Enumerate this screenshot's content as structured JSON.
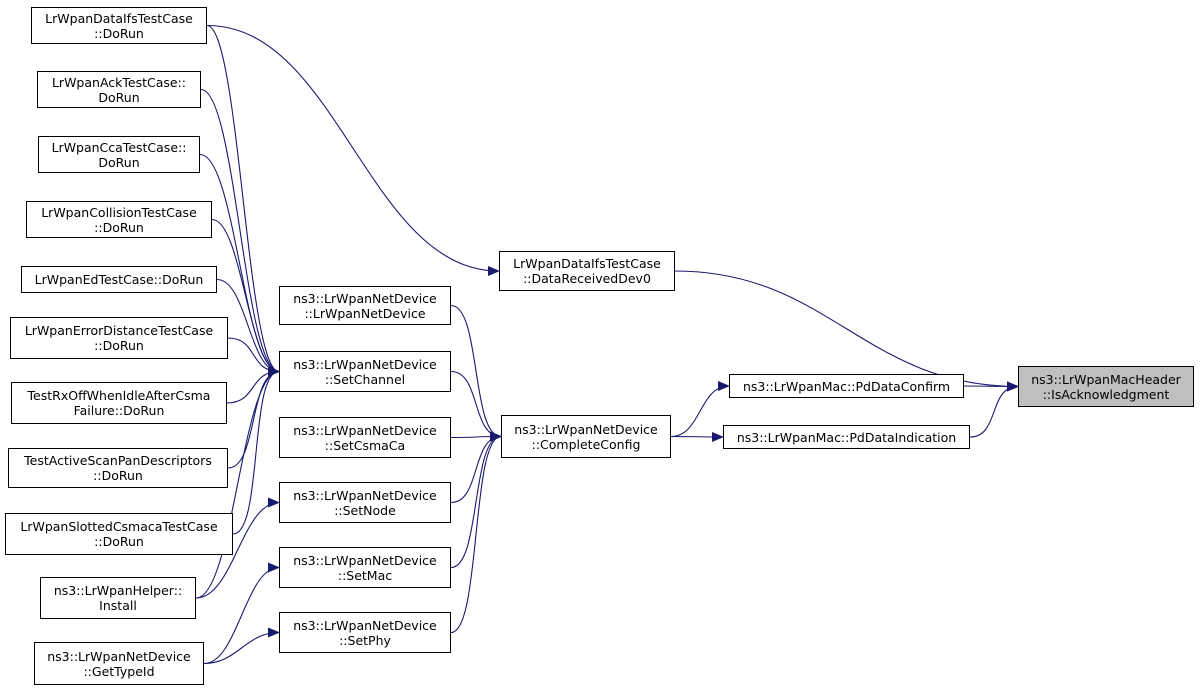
{
  "colors": {
    "edge": "#191970",
    "node_border": "#000000",
    "root_fill": "#bfbfbf",
    "node_fill": "#ffffff"
  },
  "nodes": {
    "ifs_dorun": {
      "l1": "LrWpanDataIfsTestCase",
      "l2": "::DoRun"
    },
    "ack_dorun": {
      "l1": "LrWpanAckTestCase::",
      "l2": "DoRun"
    },
    "cca_dorun": {
      "l1": "LrWpanCcaTestCase::",
      "l2": "DoRun"
    },
    "collision_dorun": {
      "l1": "LrWpanCollisionTestCase",
      "l2": "::DoRun"
    },
    "ed_dorun": {
      "l1": "LrWpanEdTestCase::DoRun"
    },
    "errdist_dorun": {
      "l1": "LrWpanErrorDistanceTestCase",
      "l2": "::DoRun"
    },
    "rxoff_dorun": {
      "l1": "TestRxOffWhenIdleAfterCsma",
      "l2": "Failure::DoRun"
    },
    "activescan_dorun": {
      "l1": "TestActiveScanPanDescriptors",
      "l2": "::DoRun"
    },
    "slotted_dorun": {
      "l1": "LrWpanSlottedCsmacaTestCase",
      "l2": "::DoRun"
    },
    "helper_install": {
      "l1": "ns3::LrWpanHelper::",
      "l2": "Install"
    },
    "netdev_gettypeid": {
      "l1": "ns3::LrWpanNetDevice",
      "l2": "::GetTypeId"
    },
    "netdev_ctor": {
      "l1": "ns3::LrWpanNetDevice",
      "l2": "::LrWpanNetDevice"
    },
    "netdev_setchannel": {
      "l1": "ns3::LrWpanNetDevice",
      "l2": "::SetChannel"
    },
    "netdev_setcsmaca": {
      "l1": "ns3::LrWpanNetDevice",
      "l2": "::SetCsmaCa"
    },
    "netdev_setnode": {
      "l1": "ns3::LrWpanNetDevice",
      "l2": "::SetNode"
    },
    "netdev_setmac": {
      "l1": "ns3::LrWpanNetDevice",
      "l2": "::SetMac"
    },
    "netdev_setphy": {
      "l1": "ns3::LrWpanNetDevice",
      "l2": "::SetPhy"
    },
    "ifs_datareceived": {
      "l1": "LrWpanDataIfsTestCase",
      "l2": "::DataReceivedDev0"
    },
    "netdev_completeconfig": {
      "l1": "ns3::LrWpanNetDevice",
      "l2": "::CompleteConfig"
    },
    "mac_pddataconfirm": {
      "l1": "ns3::LrWpanMac::PdDataConfirm"
    },
    "mac_pddataindication": {
      "l1": "ns3::LrWpanMac::PdDataIndication"
    },
    "root": {
      "l1": "ns3::LrWpanMacHeader",
      "l2": "::IsAcknowledgment"
    }
  },
  "edges": [
    {
      "from": "ifs_dorun",
      "to": "ifs_datareceived"
    },
    {
      "from": "ifs_dorun",
      "to": "netdev_setchannel"
    },
    {
      "from": "ack_dorun",
      "to": "netdev_setchannel"
    },
    {
      "from": "cca_dorun",
      "to": "netdev_setchannel"
    },
    {
      "from": "collision_dorun",
      "to": "netdev_setchannel"
    },
    {
      "from": "ed_dorun",
      "to": "netdev_setchannel"
    },
    {
      "from": "errdist_dorun",
      "to": "netdev_setchannel"
    },
    {
      "from": "rxoff_dorun",
      "to": "netdev_setchannel"
    },
    {
      "from": "activescan_dorun",
      "to": "netdev_setchannel"
    },
    {
      "from": "slotted_dorun",
      "to": "netdev_setchannel"
    },
    {
      "from": "helper_install",
      "to": "netdev_setchannel"
    },
    {
      "from": "helper_install",
      "to": "netdev_setnode"
    },
    {
      "from": "netdev_gettypeid",
      "to": "netdev_setmac"
    },
    {
      "from": "netdev_gettypeid",
      "to": "netdev_setphy"
    },
    {
      "from": "netdev_ctor",
      "to": "netdev_completeconfig"
    },
    {
      "from": "netdev_setchannel",
      "to": "netdev_completeconfig"
    },
    {
      "from": "netdev_setcsmaca",
      "to": "netdev_completeconfig"
    },
    {
      "from": "netdev_setnode",
      "to": "netdev_completeconfig"
    },
    {
      "from": "netdev_setmac",
      "to": "netdev_completeconfig"
    },
    {
      "from": "netdev_setphy",
      "to": "netdev_completeconfig"
    },
    {
      "from": "netdev_completeconfig",
      "to": "mac_pddataconfirm"
    },
    {
      "from": "netdev_completeconfig",
      "to": "mac_pddataindication"
    },
    {
      "from": "ifs_datareceived",
      "to": "root"
    },
    {
      "from": "mac_pddataconfirm",
      "to": "root"
    },
    {
      "from": "mac_pddataindication",
      "to": "root"
    }
  ]
}
